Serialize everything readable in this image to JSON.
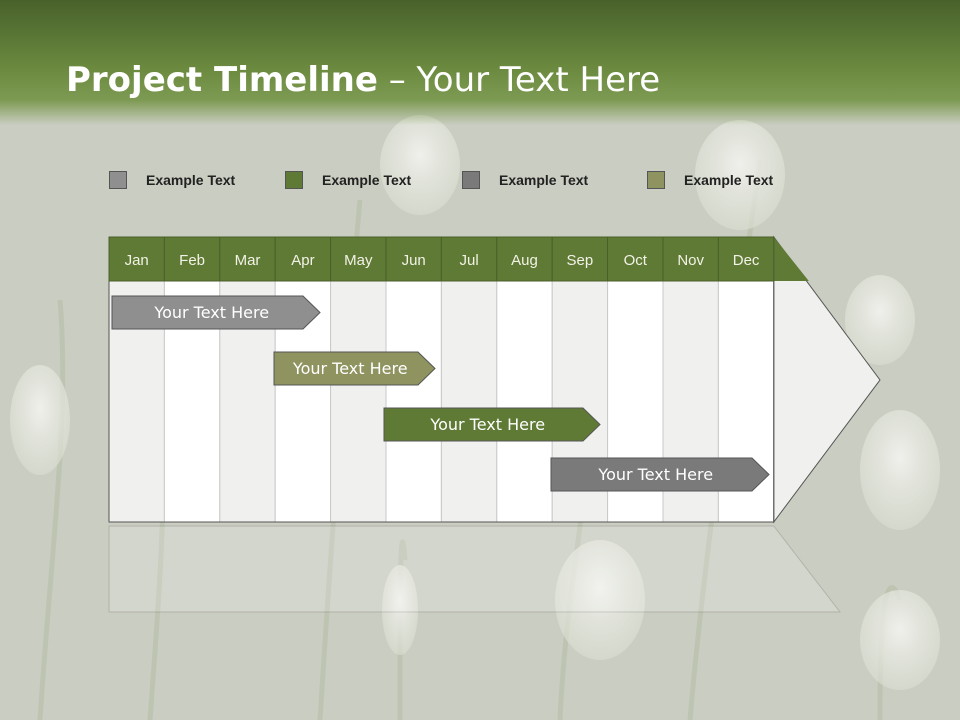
{
  "title": {
    "bold": "Project Timeline",
    "rest": " – Your Text Here"
  },
  "legend": [
    {
      "label": "Example Text",
      "color": "#8f8f8f"
    },
    {
      "label": "Example Text",
      "color": "#5f7a35"
    },
    {
      "label": "Example Text",
      "color": "#7a7a7a"
    },
    {
      "label": "Example Text",
      "color": "#8e9360"
    }
  ],
  "months": [
    "Jan",
    "Feb",
    "Mar",
    "Apr",
    "May",
    "Jun",
    "Jul",
    "Aug",
    "Sep",
    "Oct",
    "Nov",
    "Dec"
  ],
  "colors": {
    "header_band": "#5f7a35",
    "grid_light": "#f0f0ee",
    "grid_white": "#ffffff"
  },
  "tasks": [
    {
      "label": "Your  Text Here",
      "start_month": "Jan",
      "end_month": "Apr",
      "color": "#8f8f8f"
    },
    {
      "label": "Your  Text Here",
      "start_month": "Apr",
      "end_month": "Jun",
      "color": "#8e9360"
    },
    {
      "label": "Your  Text Here",
      "start_month": "Jun",
      "end_month": "Sep",
      "color": "#5f7a35"
    },
    {
      "label": "Your  Text Here",
      "start_month": "Sep",
      "end_month": "Dec",
      "color": "#7a7a7a"
    }
  ]
}
